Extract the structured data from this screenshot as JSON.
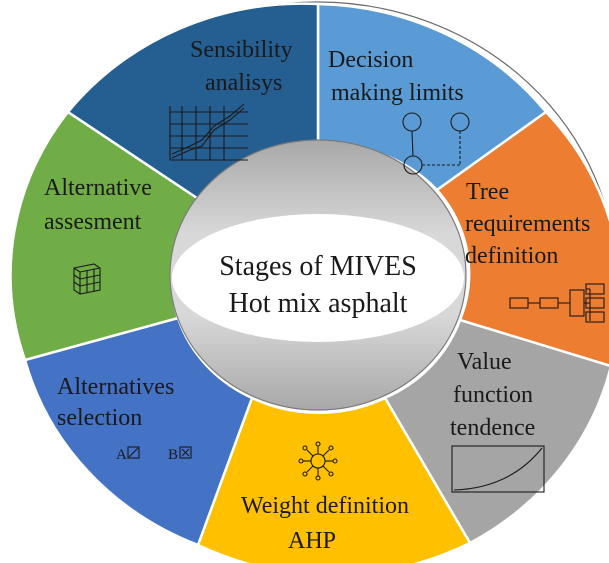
{
  "center": {
    "line1": "Stages of MIVES",
    "line2": "Hot mix asphalt"
  },
  "stages": [
    {
      "id": "decision",
      "lines": [
        "Decision",
        "making limits"
      ],
      "color": "#5b9bd5",
      "icon": "decision-nodes-icon"
    },
    {
      "id": "tree",
      "lines": [
        "Tree",
        "requirements",
        "definition"
      ],
      "color": "#ed7d31",
      "icon": "tree-diagram-icon"
    },
    {
      "id": "value",
      "lines": [
        "Value",
        "function",
        "tendence"
      ],
      "color": "#a5a5a5",
      "icon": "value-curve-icon"
    },
    {
      "id": "weight",
      "lines": [
        "Weight definition",
        "AHP"
      ],
      "color": "#ffc000",
      "icon": "weight-network-icon"
    },
    {
      "id": "selection",
      "lines": [
        "Alternatives",
        "selection"
      ],
      "color": "#4472c4",
      "icon": "checkbox-options-icon",
      "options": [
        "A",
        "B"
      ]
    },
    {
      "id": "assessment",
      "lines": [
        "Alternative",
        "assesment"
      ],
      "color": "#70ad47",
      "icon": "cube-grid-icon"
    },
    {
      "id": "sensibility",
      "lines": [
        "Sensibility",
        "analisys"
      ],
      "color": "#255e91",
      "icon": "line-chart-icon"
    }
  ]
}
